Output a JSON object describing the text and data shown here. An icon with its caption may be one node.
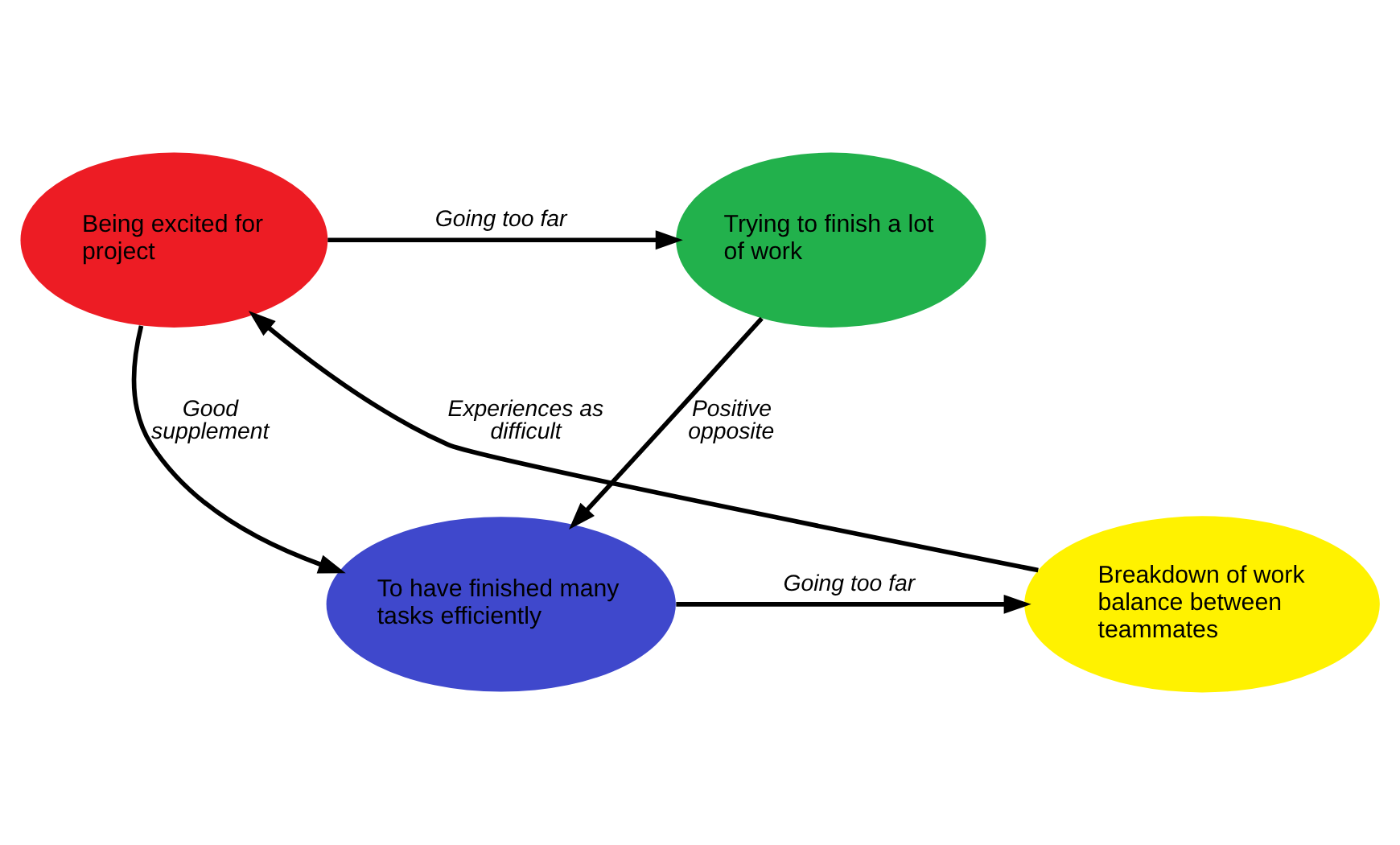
{
  "diagram": {
    "nodes": [
      {
        "text": [
          "Being excited for project"
        ]
      },
      {
        "text": [
          "Trying to finish a lot of work"
        ]
      },
      {
        "text": [
          "Breakdown of work balance between teammates"
        ]
      },
      {
        "text": [
          "To have finished many tasks efficiently"
        ]
      }
    ],
    "edges": [
      {
        "from": 0,
        "to": 1,
        "arrow": "to",
        "label": "Going too far"
      },
      {
        "from": 1,
        "to": 3,
        "arrow": "to",
        "label": "Positive opposite"
      },
      {
        "from": 0,
        "to": 3,
        "arrow": "to",
        "label": "Good supplement"
      },
      {
        "from": 3,
        "to": 2,
        "arrow": "to",
        "label": "Going too far"
      },
      {
        "from": 2,
        "to": 0,
        "arrow": "to",
        "label": "Experiences as difficult"
      }
    ]
  }
}
